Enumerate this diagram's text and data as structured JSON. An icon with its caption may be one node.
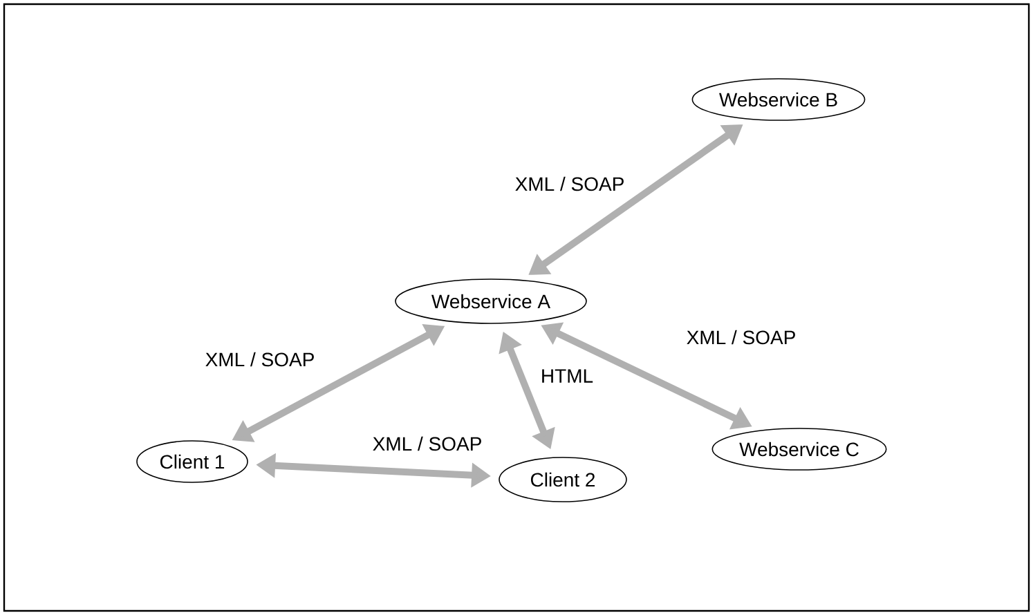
{
  "diagram": {
    "nodes": [
      {
        "text": [
          "Webservice A"
        ]
      },
      {
        "text": [
          "Webservice B"
        ]
      },
      {
        "text": [
          "Client 1"
        ]
      },
      {
        "text": [
          "Client 2"
        ]
      },
      {
        "text": [
          "Webservice C"
        ]
      }
    ],
    "edges": [
      {
        "from": 0,
        "to": 1,
        "arrow": "both",
        "label": "XML / SOAP"
      },
      {
        "from": 2,
        "to": 0,
        "arrow": "both",
        "label": "XML / SOAP"
      },
      {
        "from": 0,
        "to": 3,
        "arrow": "both",
        "label": "HTML"
      },
      {
        "from": 0,
        "to": 4,
        "arrow": "both",
        "label": "XML / SOAP"
      },
      {
        "from": 2,
        "to": 3,
        "arrow": "both",
        "label": "XML / SOAP"
      }
    ]
  }
}
